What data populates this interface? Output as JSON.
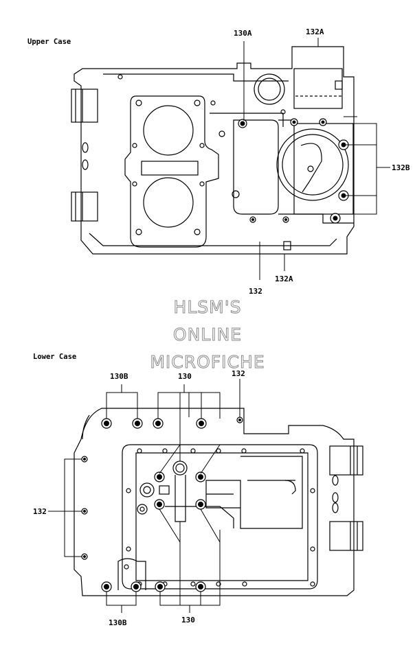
{
  "sections": {
    "upper_title": "Upper Case",
    "lower_title": "Lower Case"
  },
  "watermark": {
    "line1": "HLSM'S",
    "line2": "ONLINE",
    "line3": "MICROFICHE"
  },
  "callouts": {
    "upper_130A": "130A",
    "upper_132A_top": "132A",
    "upper_132B": "132B",
    "upper_132_bottom": "132",
    "upper_132A_bottom": "132A",
    "lower_130B_top": "130B",
    "lower_130_top": "130",
    "lower_132_top": "132",
    "lower_132_left": "132",
    "lower_130B_bottom": "130B",
    "lower_130_bottom": "130"
  }
}
